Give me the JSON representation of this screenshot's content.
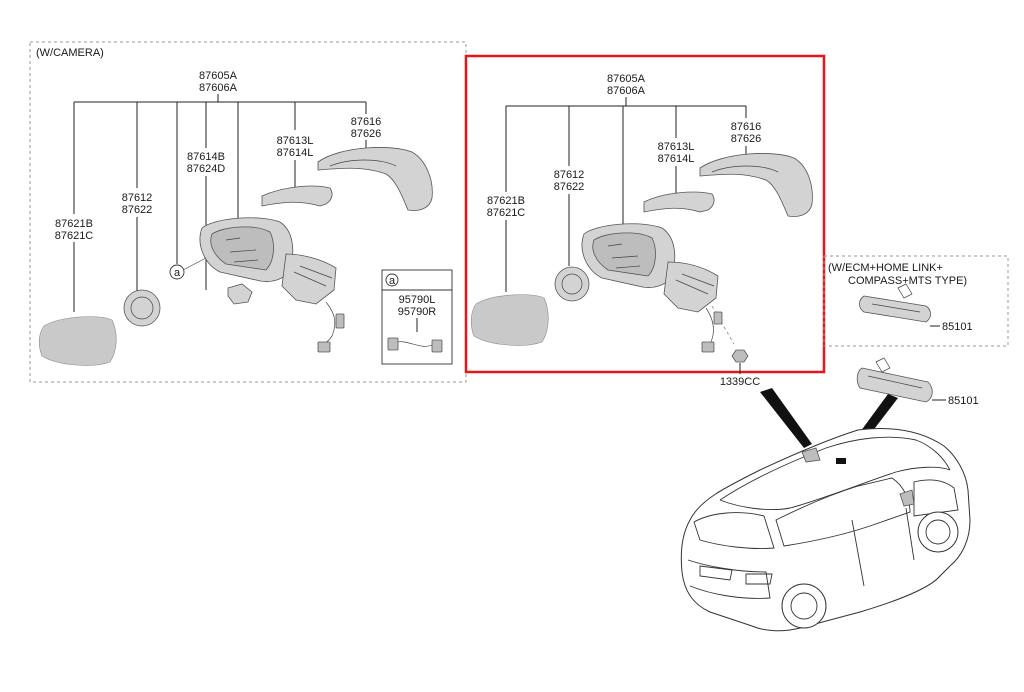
{
  "left_panel": {
    "title": "(W/CAMERA)",
    "top_label": [
      "87605A",
      "87606A"
    ],
    "cover_label": [
      "87616",
      "87626"
    ],
    "bracket_label": [
      "87613L",
      "87614L"
    ],
    "lamp_label": [
      "87614B",
      "87624D"
    ],
    "actuator_label": [
      "87612",
      "87622"
    ],
    "glass_label": [
      "87621B",
      "87621C"
    ],
    "callout_marker": "a"
  },
  "inset": {
    "marker": "a",
    "label": [
      "95790L",
      "95790R"
    ]
  },
  "center_panel": {
    "top_label": [
      "87605A",
      "87606A"
    ],
    "cover_label": [
      "87616",
      "87626"
    ],
    "bracket_label": [
      "87613L",
      "87614L"
    ],
    "actuator_label": [
      "87612",
      "87622"
    ],
    "glass_label": [
      "87621B",
      "87621C"
    ],
    "highlight_color": "#e8141c"
  },
  "fastener": {
    "label": "1339CC"
  },
  "right_panel": {
    "option_title": [
      "(W/ECM+HOME LINK+",
      "COMPASS+MTS TYPE)"
    ],
    "option_mirror_label": "85101",
    "std_mirror_label": "85101"
  }
}
